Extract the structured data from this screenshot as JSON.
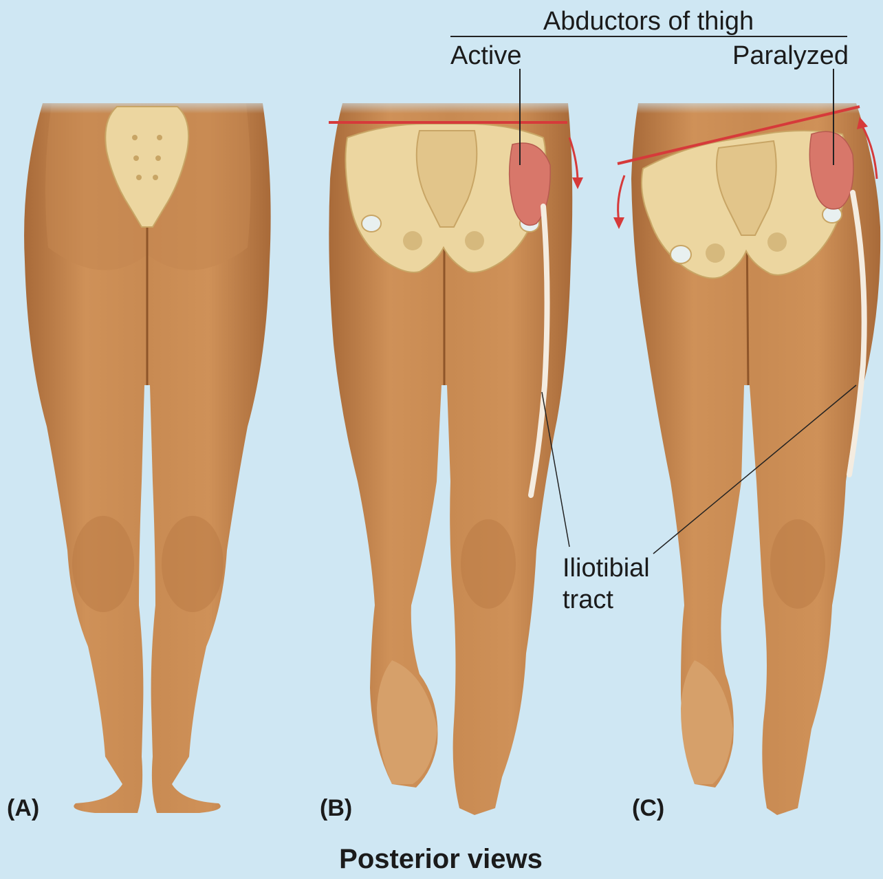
{
  "header": {
    "label": "Abductors of thigh",
    "left": "Active",
    "right": "Paralyzed"
  },
  "callout": {
    "line1": "Iliotibial",
    "line2": "tract"
  },
  "panels": [
    "(A)",
    "(B)",
    "(C)"
  ],
  "caption": "Posterior views",
  "colors": {
    "background": "#cfe7f3",
    "skin": "#c9894f",
    "skin_dark": "#a86a39",
    "bone": "#ecd6a0",
    "bone_edge": "#c8a565",
    "muscle": "#d8776a",
    "level_line": "#d63a3a"
  }
}
